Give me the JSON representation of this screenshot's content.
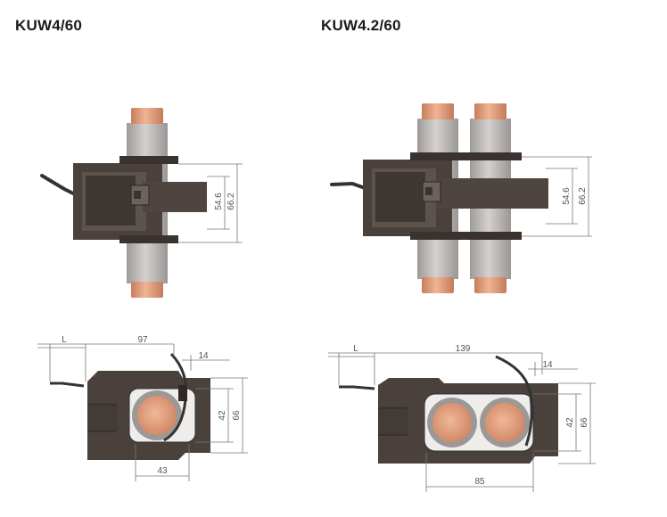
{
  "titles": {
    "left": "KUW4/60",
    "right": "KUW4.2/60"
  },
  "dimensions": {
    "left_top": {
      "inner": "54.6",
      "outer": "66.2"
    },
    "right_top": {
      "inner": "54.6",
      "outer": "66.2"
    },
    "left_bottom": {
      "lead": "L",
      "length": "97",
      "cable": "14",
      "inner_h": "42",
      "outer_h": "66",
      "width": "43"
    },
    "right_bottom": {
      "lead": "L",
      "length": "139",
      "cable": "14",
      "inner_h": "42",
      "outer_h": "66",
      "width": "85"
    }
  },
  "colors": {
    "housing": "#4a413c",
    "housing_light": "#5c534d",
    "bar": "#b9b6b4",
    "copper": "#d8997a",
    "window": "#efedec",
    "cable": "#333333"
  }
}
